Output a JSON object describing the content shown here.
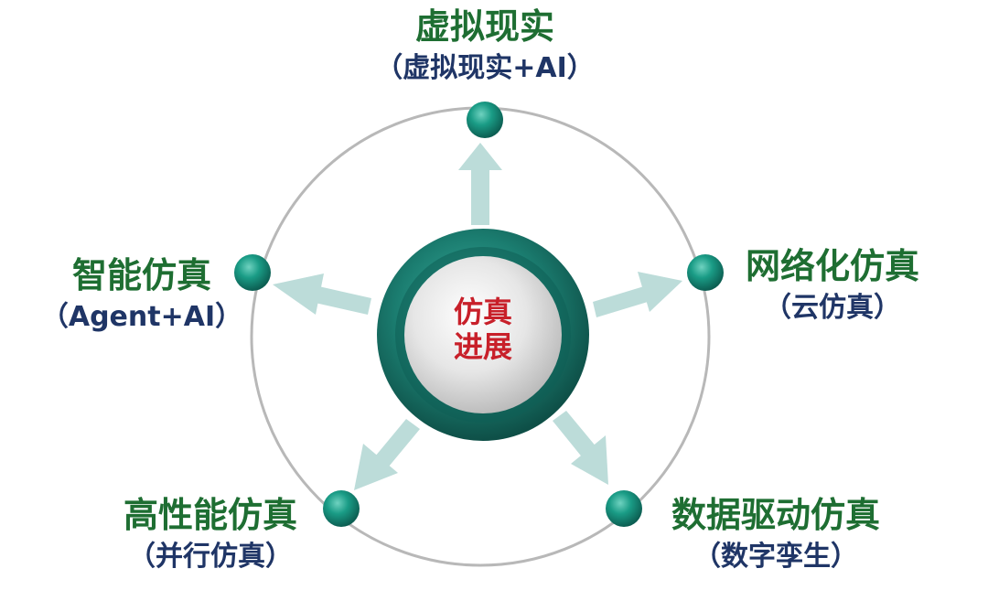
{
  "center": {
    "line1": "仿真",
    "line2": "进展"
  },
  "nodes": {
    "top": {
      "title": "虚拟现实",
      "subtitle": "（虚拟现实+AI）"
    },
    "left": {
      "title": "智能仿真",
      "subtitle": "（Agent+AI）"
    },
    "right": {
      "title": "网络化仿真",
      "subtitle": "（云仿真）"
    },
    "bottom_left": {
      "title": "高性能仿真",
      "subtitle": "（并行仿真）"
    },
    "bottom_right": {
      "title": "数据驱动仿真",
      "subtitle": "（数字孪生）"
    }
  },
  "colors": {
    "title": "#1e6e32",
    "subtitle": "#1f3566",
    "center_text": "#c8202a",
    "node": "#1a9c86",
    "ring": "#1b7d70",
    "arrow": "#bcdcd9",
    "circle": "#b8b8b8"
  }
}
